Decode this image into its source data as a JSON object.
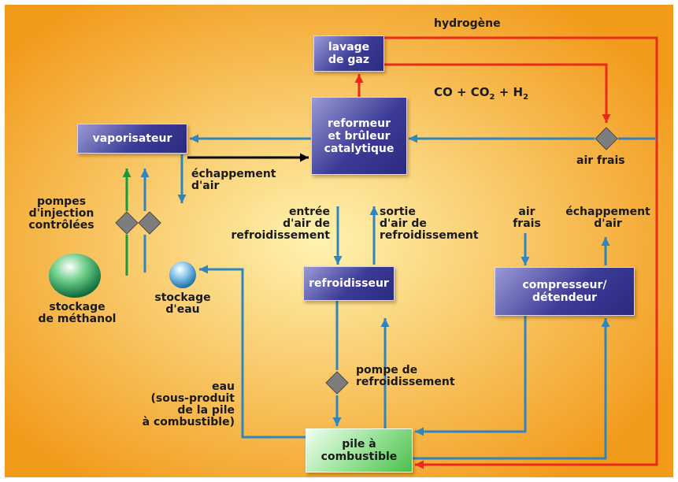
{
  "colors": {
    "background_center": "#fff3b0",
    "background_edge": "#f29a1a",
    "frame": "#ffffff",
    "flow_blue": "#2f86bf",
    "flow_red": "#ec2a1c",
    "flow_green": "#1a9a3a",
    "flow_black": "#000000",
    "box_blue": "#3c3c98",
    "box_green": "#9be39b",
    "valve": "#7d7d7d"
  },
  "boxes": {
    "lavage": "lavage\nde gaz",
    "reformeur": "reformeur\net brûleur\ncatalytique",
    "vaporisateur": "vaporisateur",
    "refroidisseur": "refroidisseur",
    "compresseur": "compresseur/\ndétendeur",
    "pile": "pile à\ncombustible"
  },
  "labels": {
    "hydrogene": "hydrogène",
    "gas_mix_co": "CO + CO",
    "gas_mix_sub": "2",
    "gas_mix_plus_h": " + H",
    "air_frais_right": "air frais",
    "echappement_air_left": "échappement\nd'air",
    "pompes_injection": "pompes\nd'injection\ncontrôlées",
    "entree_air": "entrée\nd'air de\nrefroidissement",
    "sortie_air": "sortie\nd'air de\nrefroidissement",
    "air_frais_mid": "air\nfrais",
    "echappement_air_right": "échappement\nd'air",
    "stockage_methanol": "stockage\nde méthanol",
    "stockage_eau": "stockage\nd'eau",
    "pompe_refroidissement": "pompe de\nrefroidissement",
    "eau_sous_produit": "eau\n(sous-produit\nde la pile\nà combustible)"
  }
}
